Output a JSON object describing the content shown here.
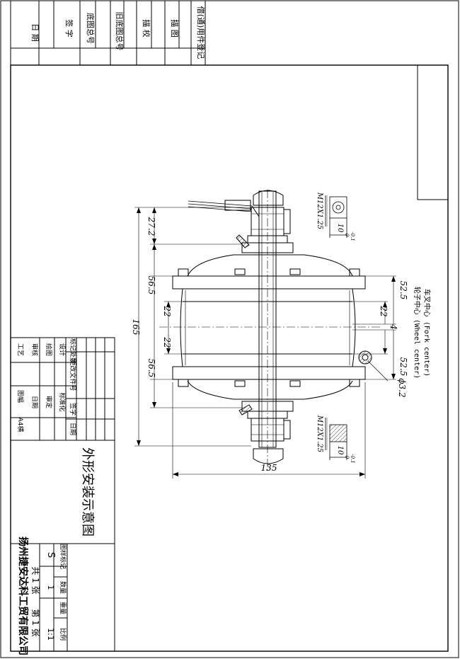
{
  "top_block": {
    "cells": [
      "日 期",
      "签 字",
      "底图总号",
      "旧底图总号",
      "描 校",
      "描 图",
      "借(通)用件登记"
    ]
  },
  "dimensions": {
    "d_27_2": "27.2",
    "d_56_5_top": "56.5",
    "d_22_left_top": "22",
    "d_22_left_bot": "22",
    "d_56_5_bot": "56.5",
    "d_165": "165",
    "d_135": "135",
    "d_52_5_top": "52.5",
    "d_22_right": "22",
    "d_4": "4",
    "d_52_5_bot": "52.5",
    "d_phi_3_2": "ϕ3.2",
    "axle_top_label": "M12X1.25",
    "axle_bot_label": "M12X1.25",
    "tol_10_top": "10",
    "tol_0_top": "0",
    "tol_01_top": "-0.1",
    "tol_10_bot": "10",
    "tol_0_bot": "0",
    "tol_01_bot": "-0.1"
  },
  "notes": {
    "fork_center": "车叉中心 (Fork center)",
    "wheel_center": "轮子中心 (Wheel center)"
  },
  "title_block": {
    "revision_row": [
      "标记",
      "处数",
      "更改文件号",
      "签字",
      "日期"
    ],
    "design": "设计",
    "standardize": "标准化",
    "drawing": "绘图",
    "review": "审定",
    "check": "审核",
    "date": "日期",
    "process": "工艺",
    "sheet_size_label": "图幅",
    "sheet_size": "A4横",
    "drawing_title": "外形安装示意图",
    "stage_header": "图样标记",
    "stage": "S",
    "weight_header": "重量",
    "scale_header": "比例",
    "quantity_header": "数量",
    "quantity": "1",
    "scale": "1:1",
    "total_sheets": "共 1 张",
    "sheet_no": "第 1 张",
    "company": "扬州捷安达科工贸有限公司"
  }
}
